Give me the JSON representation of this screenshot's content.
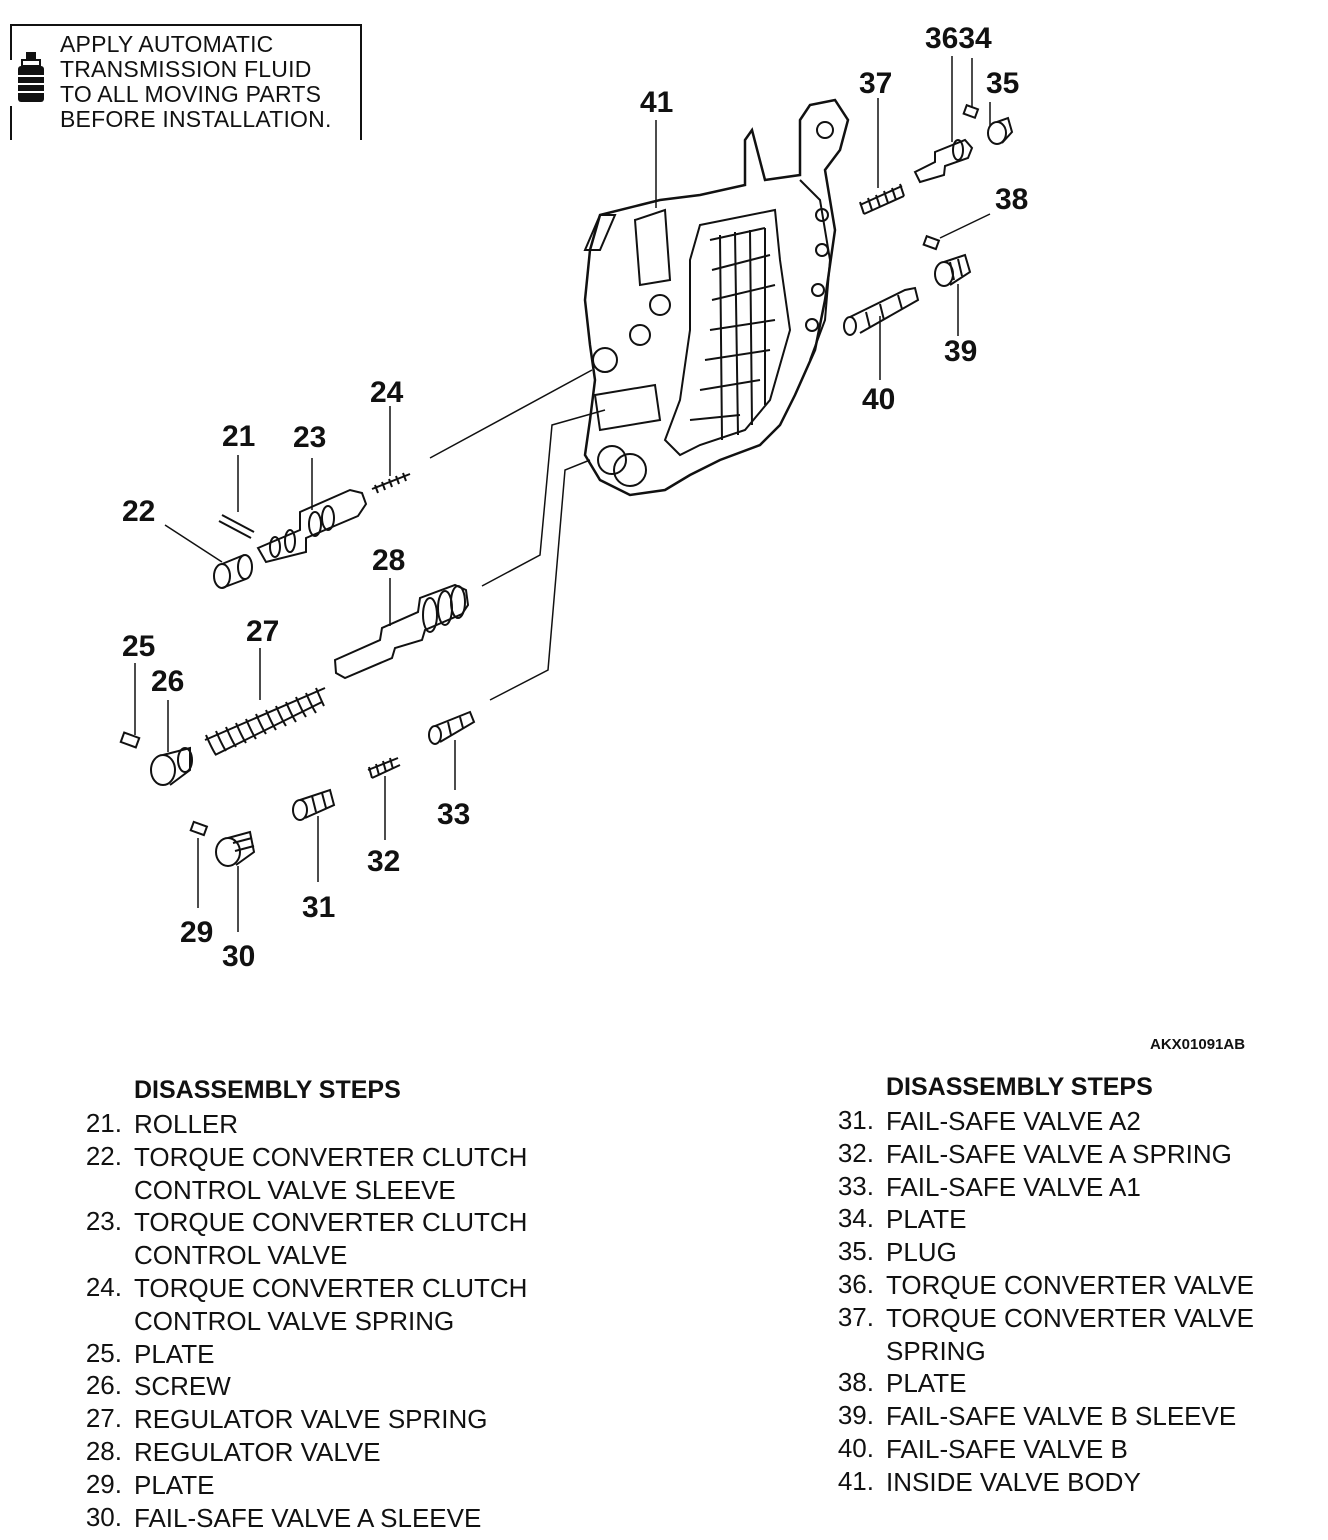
{
  "note": {
    "text": "APPLY AUTOMATIC\nTRANSMISSION FLUID\nTO ALL MOVING PARTS\nBEFORE INSTALLATION.",
    "icon": "fluid-bottle-icon"
  },
  "figure_code": "AKX01091AB",
  "callouts": [
    "21",
    "22",
    "23",
    "24",
    "25",
    "26",
    "27",
    "28",
    "29",
    "30",
    "31",
    "32",
    "33",
    "3634",
    "35",
    "37",
    "38",
    "39",
    "40",
    "41"
  ],
  "left_column": {
    "title": "DISASSEMBLY STEPS",
    "steps": [
      {
        "num": "21.",
        "label": "ROLLER"
      },
      {
        "num": "22.",
        "label": "TORQUE CONVERTER CLUTCH\nCONTROL VALVE SLEEVE"
      },
      {
        "num": "23.",
        "label": "TORQUE CONVERTER CLUTCH\nCONTROL VALVE"
      },
      {
        "num": "24.",
        "label": "TORQUE CONVERTER CLUTCH\nCONTROL VALVE SPRING"
      },
      {
        "num": "25.",
        "label": "PLATE"
      },
      {
        "num": "26.",
        "label": "SCREW"
      },
      {
        "num": "27.",
        "label": "REGULATOR VALVE SPRING"
      },
      {
        "num": "28.",
        "label": "REGULATOR VALVE"
      },
      {
        "num": "29.",
        "label": "PLATE"
      },
      {
        "num": "30.",
        "label": "FAIL-SAFE VALVE A SLEEVE"
      }
    ]
  },
  "right_column": {
    "title": "DISASSEMBLY STEPS",
    "steps": [
      {
        "num": "31.",
        "label": "FAIL-SAFE VALVE A2"
      },
      {
        "num": "32.",
        "label": "FAIL-SAFE VALVE A SPRING"
      },
      {
        "num": "33.",
        "label": "FAIL-SAFE VALVE A1"
      },
      {
        "num": "34.",
        "label": "PLATE"
      },
      {
        "num": "35.",
        "label": "PLUG"
      },
      {
        "num": "36.",
        "label": "TORQUE CONVERTER VALVE"
      },
      {
        "num": "37.",
        "label": "TORQUE CONVERTER VALVE\nSPRING"
      },
      {
        "num": "38.",
        "label": "PLATE"
      },
      {
        "num": "39.",
        "label": "FAIL-SAFE VALVE B SLEEVE"
      },
      {
        "num": "40.",
        "label": "FAIL-SAFE VALVE B"
      },
      {
        "num": "41.",
        "label": "INSIDE VALVE BODY"
      }
    ]
  }
}
